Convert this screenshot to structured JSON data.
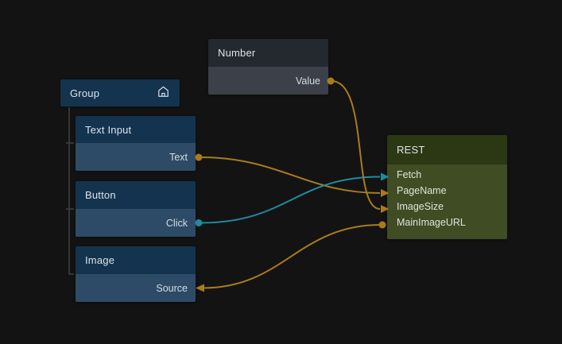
{
  "app": {
    "view": "node-graph-editor",
    "background": "#131313"
  },
  "colors": {
    "wire_orange": "#a87c1d",
    "wire_teal": "#1e8ba0",
    "node_blue_header": "#14334f",
    "node_blue_body": "#2d4b66",
    "node_gray_header": "#24282f",
    "node_gray_body": "#3b4049",
    "node_green_header": "#2c3814",
    "node_green_body": "#404c24",
    "tree_line": "#3f3f3f"
  },
  "nodes": {
    "group": {
      "title": "Group",
      "icon": "home-icon"
    },
    "number": {
      "title": "Number",
      "ports": {
        "value": "Value"
      }
    },
    "text_input": {
      "title": "Text Input",
      "ports": {
        "text": "Text"
      }
    },
    "button": {
      "title": "Button",
      "ports": {
        "click": "Click"
      }
    },
    "image": {
      "title": "Image",
      "ports": {
        "source": "Source"
      }
    },
    "rest": {
      "title": "REST",
      "ports": {
        "0": "Fetch",
        "1": "PageName",
        "2": "ImageSize",
        "3": "MainImageURL"
      }
    }
  },
  "group_children": [
    "Text Input",
    "Button",
    "Image"
  ],
  "connections": [
    {
      "from": "Text Input.Text",
      "to": "REST.PageName",
      "color": "#a87c1d"
    },
    {
      "from": "Button.Click",
      "to": "REST.Fetch",
      "color": "#1e8ba0"
    },
    {
      "from": "Number.Value",
      "to": "REST.ImageSize",
      "color": "#a87c1d"
    },
    {
      "from": "REST.MainImageURL",
      "to": "Image.Source",
      "color": "#a87c1d"
    }
  ]
}
